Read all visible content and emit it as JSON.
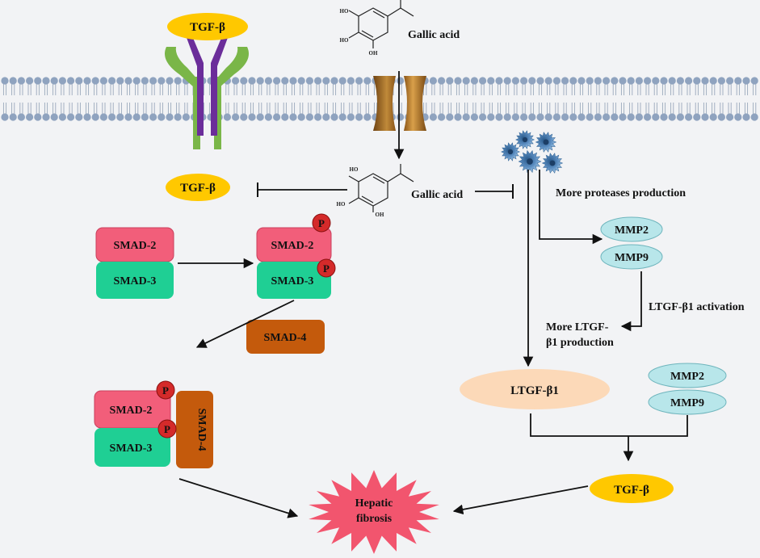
{
  "receptor": {
    "ligand_label": "TGF-β"
  },
  "gallic_acid": {
    "top_label": "Gallic acid",
    "inner_label": "Gallic acid",
    "oh_label": "HO",
    "oh_label_right": "OH"
  },
  "inhibited_tgf": {
    "label": "TGF-β"
  },
  "smad_free": {
    "smad2": "SMAD-2",
    "smad3": "SMAD-3"
  },
  "smad_phospho": {
    "smad2": "SMAD-2",
    "smad3": "SMAD-3",
    "p": "P"
  },
  "smad4_free": {
    "label": "SMAD-4"
  },
  "smad_complex": {
    "smad2": "SMAD-2",
    "smad3": "SMAD-3",
    "smad4": "SMAD-4",
    "p": "P"
  },
  "proteases": {
    "label": "More proteases production"
  },
  "mmp_top": {
    "mmp2": "MMP2",
    "mmp9": "MMP9"
  },
  "activation": {
    "label": "LTGF-β1 activation"
  },
  "production": {
    "line1": "More LTGF-",
    "line2": "β1 production"
  },
  "ltgf": {
    "label": "LTGF-β1"
  },
  "mmp_bottom": {
    "mmp2": "MMP2",
    "mmp9": "MMP9"
  },
  "tgf_bottom": {
    "label": "TGF-β"
  },
  "fibrosis": {
    "line1": "Hepatic",
    "line2": "fibrosis"
  },
  "colors": {
    "background": "#f2f3f5",
    "membrane_head": "#8fa3bf",
    "yellow": "#ffc800",
    "purple": "#6b2d9a",
    "green": "#7ab648",
    "smad2": "#f25e7a",
    "smad3": "#1fcf94",
    "smad4": "#c45a0c",
    "phospho": "#d42a2a",
    "mmp": "#b8e6ea",
    "ltgf": "#fcd9b8",
    "fibrosis": "#f2556e",
    "channel": "#b07a2a"
  }
}
